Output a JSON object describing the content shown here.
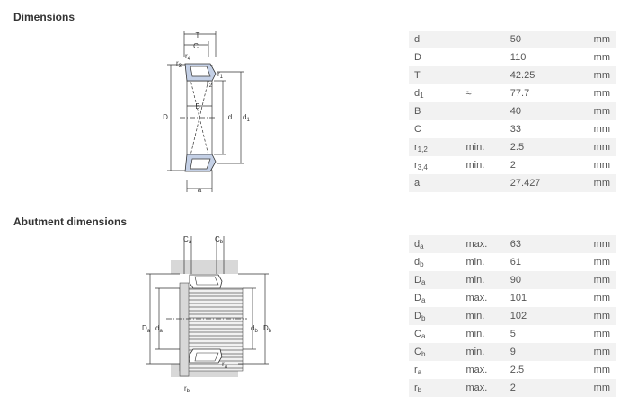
{
  "dimensions": {
    "title": "Dimensions",
    "rows": [
      {
        "sym": "d",
        "sub": "",
        "qual": "",
        "value": "50",
        "unit": "mm"
      },
      {
        "sym": "D",
        "sub": "",
        "qual": "",
        "value": "110",
        "unit": "mm"
      },
      {
        "sym": "T",
        "sub": "",
        "qual": "",
        "value": "42.25",
        "unit": "mm"
      },
      {
        "sym": "d",
        "sub": "1",
        "qual": "≈",
        "value": "77.7",
        "unit": "mm"
      },
      {
        "sym": "B",
        "sub": "",
        "qual": "",
        "value": "40",
        "unit": "mm"
      },
      {
        "sym": "C",
        "sub": "",
        "qual": "",
        "value": "33",
        "unit": "mm"
      },
      {
        "sym": "r",
        "sub": "1,2",
        "qual": "min.",
        "value": "2.5",
        "unit": "mm"
      },
      {
        "sym": "r",
        "sub": "3,4",
        "qual": "min.",
        "value": "2",
        "unit": "mm"
      },
      {
        "sym": "a",
        "sub": "",
        "qual": "",
        "value": "27.427",
        "unit": "mm"
      }
    ],
    "diagram_labels": {
      "T": "T",
      "C": "C",
      "B": "B",
      "a": "a",
      "D": "D",
      "d": "d",
      "d1": "d",
      "d1_sub": "1",
      "r1": "r",
      "r1_sub": "1",
      "r2": "r",
      "r2_sub": "2",
      "r3": "r",
      "r3_sub": "3",
      "r4": "r",
      "r4_sub": "4"
    }
  },
  "abutment": {
    "title": "Abutment dimensions",
    "rows": [
      {
        "sym": "d",
        "sub": "a",
        "qual": "max.",
        "value": "63",
        "unit": "mm"
      },
      {
        "sym": "d",
        "sub": "b",
        "qual": "min.",
        "value": "61",
        "unit": "mm"
      },
      {
        "sym": "D",
        "sub": "a",
        "qual": "min.",
        "value": "90",
        "unit": "mm"
      },
      {
        "sym": "D",
        "sub": "a",
        "qual": "max.",
        "value": "101",
        "unit": "mm"
      },
      {
        "sym": "D",
        "sub": "b",
        "qual": "min.",
        "value": "102",
        "unit": "mm"
      },
      {
        "sym": "C",
        "sub": "a",
        "qual": "min.",
        "value": "5",
        "unit": "mm"
      },
      {
        "sym": "C",
        "sub": "b",
        "qual": "min.",
        "value": "9",
        "unit": "mm"
      },
      {
        "sym": "r",
        "sub": "a",
        "qual": "max.",
        "value": "2.5",
        "unit": "mm"
      },
      {
        "sym": "r",
        "sub": "b",
        "qual": "max.",
        "value": "2",
        "unit": "mm"
      }
    ],
    "diagram_labels": {
      "Ca": "C",
      "Ca_sub": "a",
      "Cb": "C",
      "Cb_sub": "b",
      "Da": "D",
      "Da_sub": "a",
      "da": "d",
      "da_sub": "a",
      "db": "d",
      "db_sub": "b",
      "Db": "D",
      "Db_sub": "b",
      "ra": "r",
      "ra_sub": "a",
      "rb": "r",
      "rb_sub": "b"
    }
  },
  "colors": {
    "blue_fill": "#c4d0e6",
    "housing_gray": "#d8d8d8",
    "stripe_light": "#f1f1f1",
    "stripe_dark": "#b9b9b9",
    "line": "#333333"
  }
}
